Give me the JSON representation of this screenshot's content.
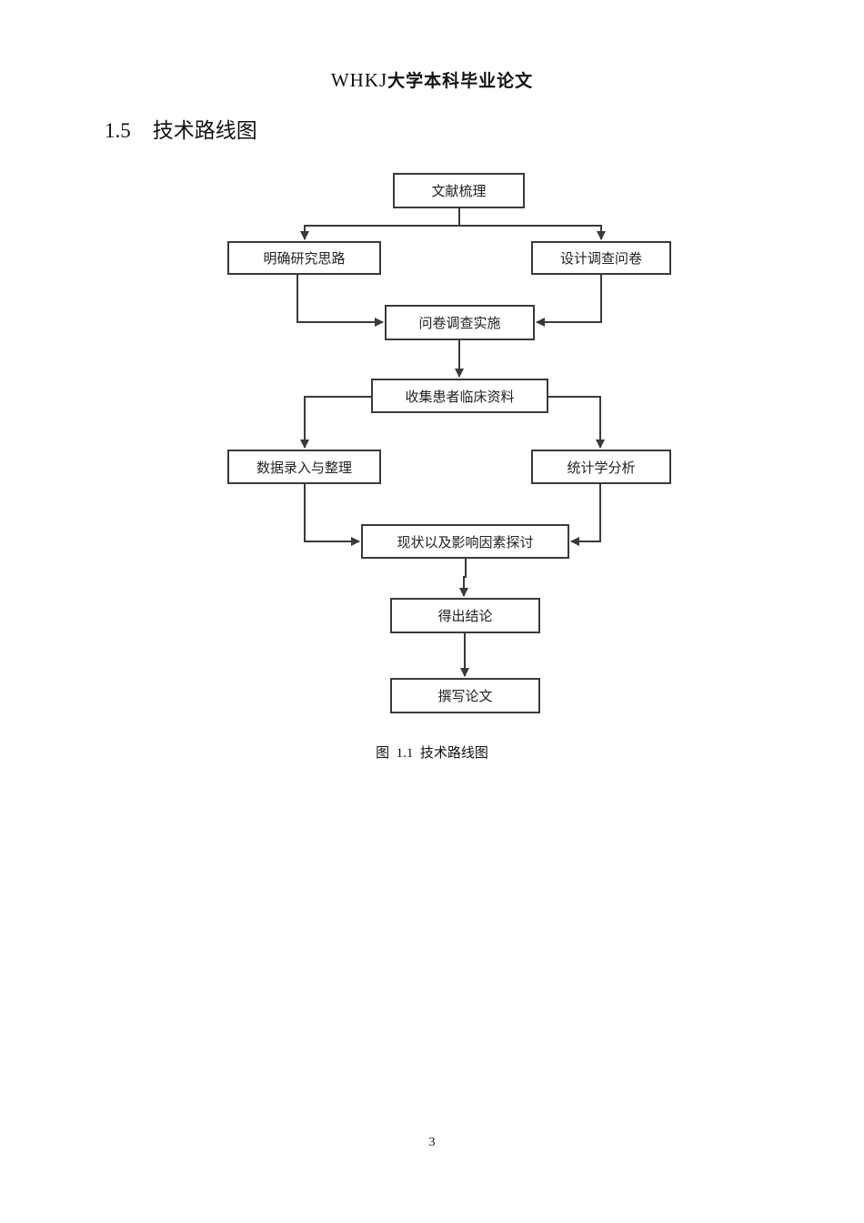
{
  "header": {
    "latin": "WHKJ",
    "cjk": "大学本科毕业论文"
  },
  "section": {
    "number": "1.5",
    "title": "技术路线图"
  },
  "flowchart": {
    "nodes": {
      "literature": "文献梳理",
      "clarify": "明确研究思路",
      "design": "设计调查问卷",
      "survey": "问卷调查实施",
      "collect": "收集患者临床资料",
      "entry": "数据录入与整理",
      "stats": "统计学分析",
      "discuss": "现状以及影响因素探讨",
      "conclude": "得出结论",
      "write": "撰写论文"
    }
  },
  "caption": {
    "label": "图",
    "number": "1.1",
    "text": "技术路线图"
  },
  "page": {
    "number": "3"
  }
}
